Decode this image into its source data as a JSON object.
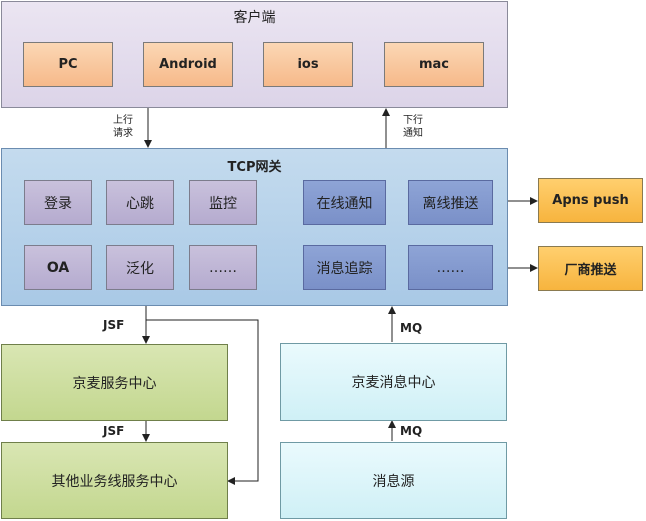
{
  "client": {
    "title": "客户端",
    "items": [
      "PC",
      "Android",
      "ios",
      "mac"
    ]
  },
  "flow": {
    "up_line1": "上行",
    "up_line2": "请求",
    "down_line1": "下行",
    "down_line2": "通知"
  },
  "gateway": {
    "title": "TCP网关",
    "row1": [
      "登录",
      "心跳",
      "监控"
    ],
    "row2": [
      "OA",
      "泛化",
      "……"
    ],
    "push": [
      "在线通知",
      "离线推送",
      "消息追踪",
      "……"
    ]
  },
  "external": {
    "apns": "Apns  push",
    "vendor": "厂商推送"
  },
  "services": {
    "jsf1": "JSF",
    "jsf2": "JSF",
    "mq1": "MQ",
    "mq2": "MQ",
    "jingmai_service": "京麦服务中心",
    "other_service": "其他业务线服务中心",
    "jingmai_msg": "京麦消息中心",
    "msg_source": "消息源"
  }
}
